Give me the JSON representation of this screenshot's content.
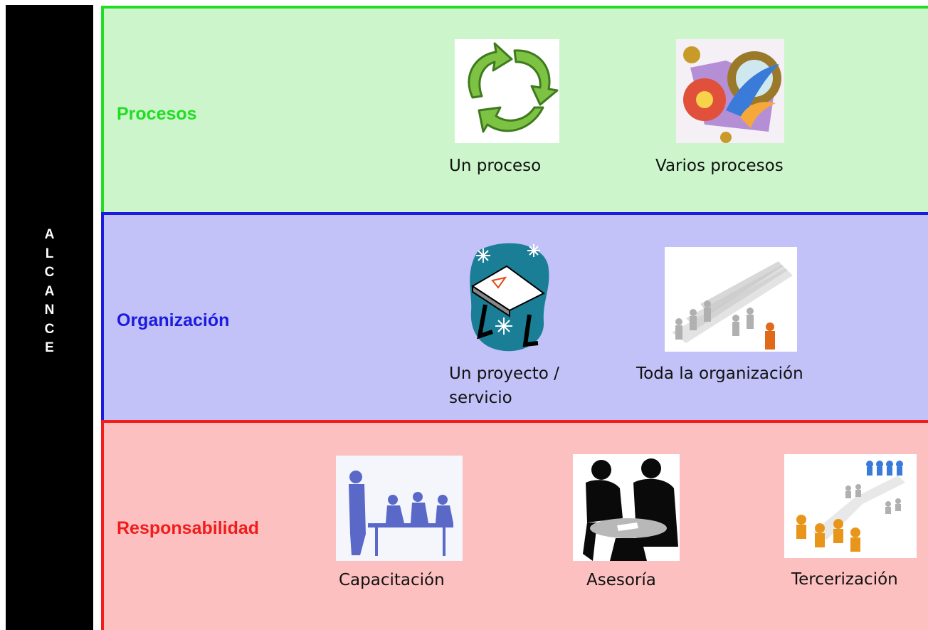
{
  "sidebar": {
    "letters": [
      "A",
      "L",
      "C",
      "A",
      "N",
      "C",
      "E"
    ]
  },
  "bands": {
    "procesos": {
      "title": "Procesos",
      "color": "#22dd22",
      "background": "#ccf5cc",
      "items": [
        {
          "caption": "Un proceso",
          "icon": "recycle-arrows-icon"
        },
        {
          "caption": "Varios procesos",
          "icon": "gears-icon"
        }
      ]
    },
    "organizacion": {
      "title": "Organización",
      "color": "#1a1ae0",
      "background": "#c2c2f8",
      "items": [
        {
          "caption_line1": "Un proyecto /",
          "caption_line2": "servicio",
          "icon": "drafting-table-icon"
        },
        {
          "caption": "Toda la organización",
          "icon": "crowd-icon"
        }
      ]
    },
    "responsabilidad": {
      "title": "Responsabilidad",
      "color": "#f21c1c",
      "background": "#fcc0c0",
      "items": [
        {
          "caption": "Capacitación",
          "icon": "training-icon"
        },
        {
          "caption": "Asesoría",
          "icon": "consulting-icon"
        },
        {
          "caption": "Tercerización",
          "icon": "outsourcing-icon"
        }
      ]
    }
  }
}
